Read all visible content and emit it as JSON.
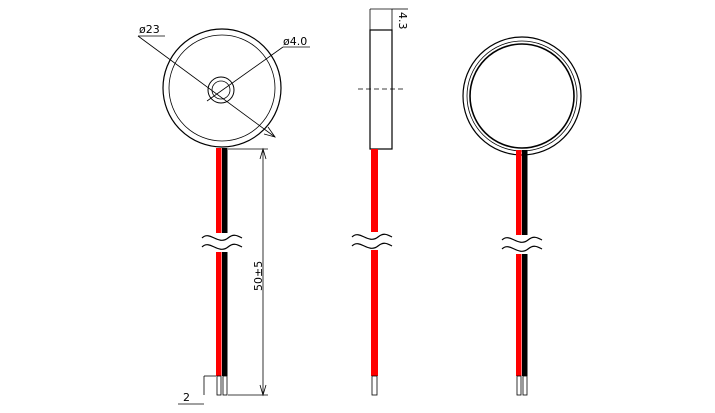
{
  "dimensions": {
    "outer_diameter": "ø23",
    "hole_diameter": "ø4.0",
    "thickness": "4.3",
    "lead_length": "50±5",
    "strip_length": "2"
  },
  "colors": {
    "line": "#000000",
    "wire_red": "#ff0000",
    "wire_black": "#000000",
    "background": "#ffffff"
  }
}
